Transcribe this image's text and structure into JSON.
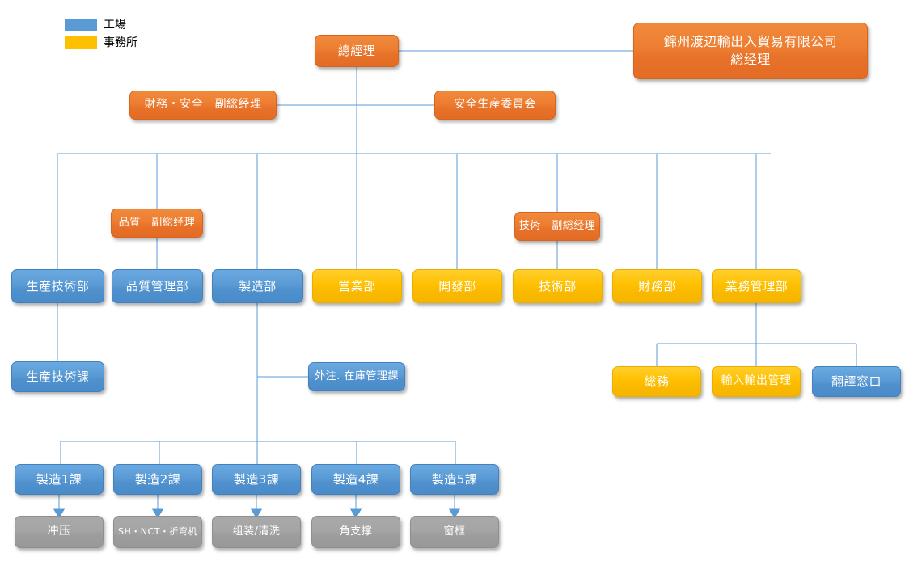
{
  "legend": {
    "items": [
      {
        "label": "工場",
        "color": "#5b9bd5",
        "swatch": "blue"
      },
      {
        "label": "事務所",
        "color": "#ffc000",
        "swatch": "yellow"
      }
    ]
  },
  "colors": {
    "factory_blue": "#5b9bd5",
    "office_yellow": "#ffc000",
    "executive_orange": "#ed7d31",
    "process_gray": "#a5a5a5",
    "connector_line": "#5b9bd5"
  },
  "nodes": {
    "general_manager": "總經理",
    "parent_company_line1": "錦州渡辺輸出入貿易有限公司",
    "parent_company_line2": "総经理",
    "finance_safety_vp": "財務・安全　副総经理",
    "safety_production_committee": "安全生産委員会",
    "quality_vp": "品質　副総经理",
    "technology_vp": "技術　副総经理",
    "departments": [
      {
        "label": "生産技術部",
        "color": "blue"
      },
      {
        "label": "品質管理部",
        "color": "blue"
      },
      {
        "label": "製造部",
        "color": "blue"
      },
      {
        "label": "営業部",
        "color": "yellow"
      },
      {
        "label": "開發部",
        "color": "yellow"
      },
      {
        "label": "技術部",
        "color": "yellow"
      },
      {
        "label": "財務部",
        "color": "yellow"
      },
      {
        "label": "業務管理部",
        "color": "yellow"
      }
    ],
    "production_tech_section": "生産技術課",
    "outsourcing_inventory_section": "外注. 在庫管理課",
    "business_subunits": [
      {
        "label": "総務",
        "color": "yellow"
      },
      {
        "label": "輸入輸出管理",
        "color": "yellow"
      },
      {
        "label": "翻譯窓口",
        "color": "blue"
      }
    ],
    "manufacturing_sections": [
      {
        "label": "製造1課",
        "color": "blue"
      },
      {
        "label": "製造2課",
        "color": "blue"
      },
      {
        "label": "製造3課",
        "color": "blue"
      },
      {
        "label": "製造4課",
        "color": "blue"
      },
      {
        "label": "製造5課",
        "color": "blue"
      }
    ],
    "manufacturing_processes": [
      {
        "label": "冲压",
        "color": "gray"
      },
      {
        "label": "SH・NCT・折弯机",
        "color": "gray"
      },
      {
        "label": "组装/清洗",
        "color": "gray"
      },
      {
        "label": "角支撑",
        "color": "gray"
      },
      {
        "label": "窗框",
        "color": "gray"
      }
    ]
  }
}
